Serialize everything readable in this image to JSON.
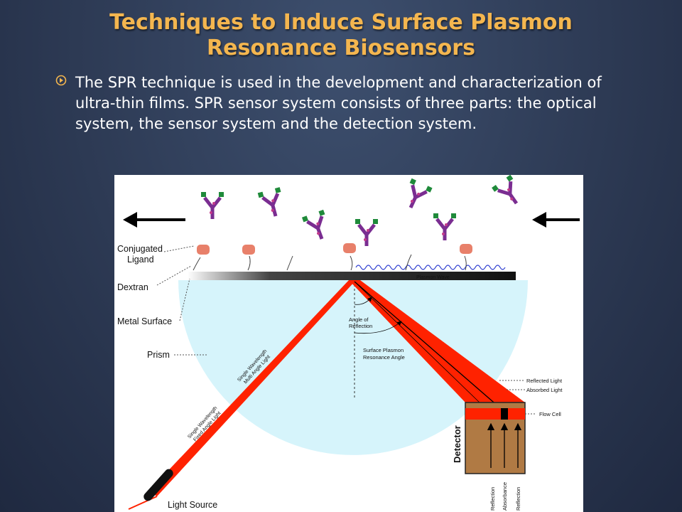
{
  "slide": {
    "title_line1": "Techniques to Induce Surface Plasmon",
    "title_line2": "Resonance Biosensors",
    "bullet_text": "The SPR technique is used in the development and characterization of ultra-thin films. SPR sensor system consists of three parts: the optical system, the sensor system and the detection system.",
    "colors": {
      "title": "#f4b64f",
      "background": "#2d3a54",
      "bullet": "#f4b64f"
    }
  },
  "diagram": {
    "labels": {
      "conjugated_ligand_1": "Conjugated",
      "conjugated_ligand_2": "Ligand",
      "dextran": "Dextran",
      "metal_surface": "Metal Surface",
      "prism": "Prism",
      "light_source": "Light Source",
      "plasmon_wave": "Plasmon Wave",
      "angle_of_reflection_1": "Angle of",
      "angle_of_reflection_2": "Reflection",
      "spr_angle_1": "Surface Plasmon",
      "spr_angle_2": "Resonance Angle",
      "single_wavelength_multi_1": "Single Wavelength",
      "single_wavelength_multi_2": "Multi Angle Light",
      "single_wavelength_fixed_1": "Single Wavelength",
      "single_wavelength_fixed_2": "Fixed Angle Light",
      "reflected_light": "Reflected Light",
      "absorbed_light": "Absorbed Light",
      "flow_cell": "Flow Cell",
      "detector": "Detector",
      "reflection_left": "Reflection",
      "absorbance": "Absorbance",
      "reflection_right": "Reflection"
    },
    "colors": {
      "prism": "#d6f4fb",
      "beam": "#ff2200",
      "detector": "#b07a44",
      "molecule_purple": "#7a2d91",
      "molecule_green": "#1f8a3a",
      "wave": "#2a3ad0"
    }
  }
}
